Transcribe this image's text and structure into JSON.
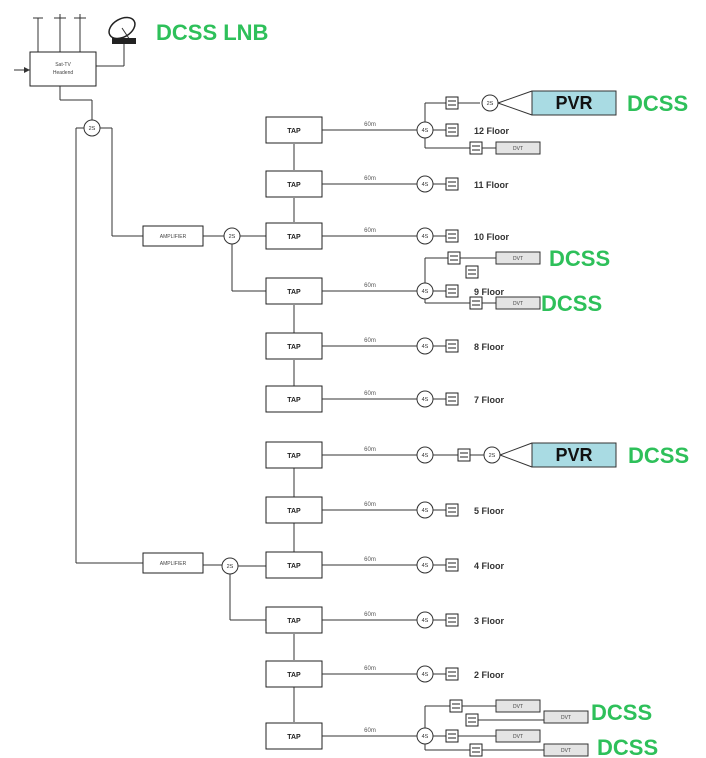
{
  "header": {
    "lnb_label": "DCSS LNB",
    "headend_label_line1": "Sat-TV",
    "headend_label_line2": "Headend"
  },
  "amplifiers": [
    {
      "label": "AMPLIFIER"
    },
    {
      "label": "AMPLIFIER"
    }
  ],
  "tap_label": "TAP",
  "cable_label": "60m",
  "outlet_tag": "DVT",
  "pvr_label": "PVR",
  "dcss_label": "DCSS",
  "floors": [
    {
      "label": "12 Floor"
    },
    {
      "label": "11 Floor"
    },
    {
      "label": "10 Floor"
    },
    {
      "label": "9 Floor"
    },
    {
      "label": "8 Floor"
    },
    {
      "label": "7 Floor"
    },
    {
      "label": ""
    },
    {
      "label": "5 Floor"
    },
    {
      "label": "4 Floor"
    },
    {
      "label": "3 Floor"
    },
    {
      "label": "2 Floor"
    },
    {
      "label": ""
    }
  ],
  "colors": {
    "accent_green": "#2ec05a",
    "pvr_fill": "#a9dbe3"
  }
}
